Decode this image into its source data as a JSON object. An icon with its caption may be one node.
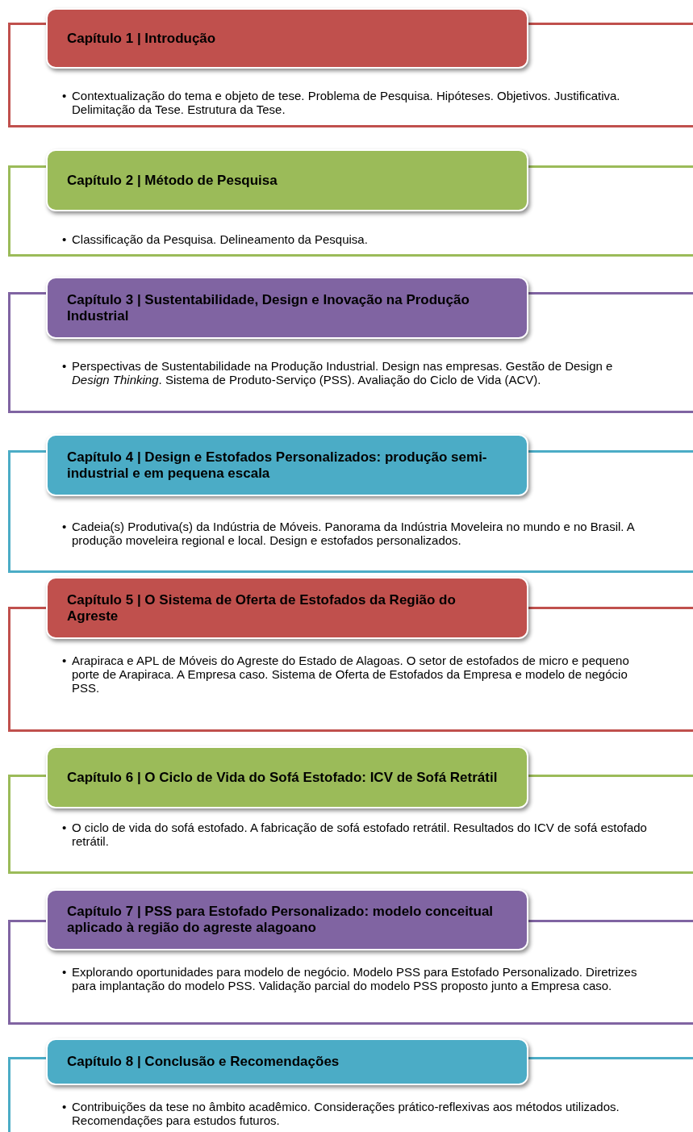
{
  "diagram": {
    "nodes": [
      {
        "text": [
          "Capítulo 1 | Introdução"
        ]
      },
      {
        "text": [
          "•",
          "Contextualização do tema e objeto de tese. Problema de Pesquisa. Hipóteses. Objetivos. Justificativa.  Delimitação da Tese. Estrutura da Tese."
        ]
      },
      {
        "text": [
          "Capítulo 2 | Método de Pesquisa"
        ]
      },
      {
        "text": [
          "•",
          "Classificação da Pesquisa. Delineamento da  Pesquisa."
        ]
      },
      {
        "text": [
          "Capítulo 3 | Sustentabilidade, Design e Inovação na Produção Industrial"
        ]
      },
      {
        "text": [
          "•",
          "Perspectivas de Sustentabilidade na Produção Industrial. Design nas empresas. Gestão de Design e *Design Thinking*. Sistema de Produto-Serviço (PSS). Avaliação do Ciclo de Vida (ACV)."
        ]
      },
      {
        "text": [
          "Capítulo 4 |  Design e Estofados Personalizados: produção semi-industrial e em pequena escala"
        ]
      },
      {
        "text": [
          "•",
          "Cadeia(s) Produtiva(s) da Indústria de Móveis. Panorama da Indústria Moveleira no mundo e no Brasil. A produção moveleira regional e local. Design e estofados personalizados."
        ]
      },
      {
        "text": [
          "Capítulo 5 | O Sistema de Oferta de Estofados da Região do Agreste"
        ]
      },
      {
        "text": [
          "•",
          "Arapiraca e APL de Móveis do Agreste do Estado de Alagoas. O setor de estofados  de micro e pequeno porte de Arapiraca. A Empresa caso. Sistema de Oferta de Estofados da Empresa e modelo de negócio PSS."
        ]
      },
      {
        "text": [
          "Capítulo 6 | O Ciclo de Vida do Sofá Estofado: ICV de Sofá Retrátil"
        ]
      },
      {
        "text": [
          "•",
          "O ciclo de vida do sofá estofado. A fabricação de sofá estofado retrátil. Resultados do ICV de sofá estofado retrátil."
        ]
      },
      {
        "text": [
          "Capítulo 7 | PSS para Estofado Personalizado: modelo conceitual aplicado à região do agreste alagoano"
        ]
      },
      {
        "text": [
          "•",
          "Explorando oportunidades para modelo de negócio. Modelo PSS para Estofado Personalizado. Diretrizes para implantação do modelo PSS. Validação parcial do modelo PSS proposto junto a Empresa caso."
        ]
      },
      {
        "text": [
          "Capítulo 8 | Conclusão e Recomendações"
        ]
      },
      {
        "text": [
          "•",
          "Contribuições da tese no âmbito acadêmico. Considerações prático-reflexivas aos métodos utilizados. Recomendações para estudos futuros."
        ]
      }
    ]
  }
}
